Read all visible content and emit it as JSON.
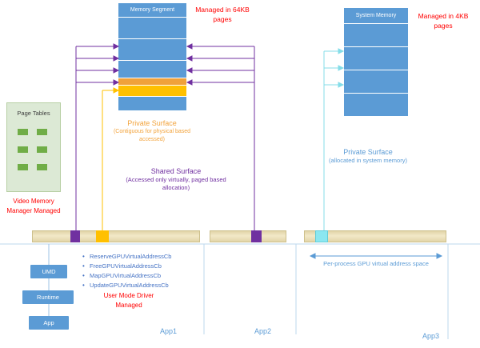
{
  "colors": {
    "box_blue": "#5b9bd5",
    "purple": "#7030a0",
    "gold": "#ffc000",
    "orange_row": "#f0a13a",
    "cyan": "#8be7f0",
    "tan_bar": "#e9dfb7",
    "red_text": "#ff0000",
    "blue_text": "#4472c4",
    "light_blue_line": "#bdd7ee",
    "page_tables_fill": "#dce9d5",
    "page_table_entry": "#70ad47"
  },
  "icons": {
    "bullet": "•"
  },
  "memory_segment": {
    "title": "Memory Segment",
    "note": "Managed in 64KB pages"
  },
  "system_memory": {
    "title": "System Memory",
    "note": "Managed in 4KB pages"
  },
  "page_tables": {
    "title": "Page Tables",
    "note": "Video Memory Manager Managed"
  },
  "private_surface_local": {
    "title": "Private Surface",
    "subtitle": "(Contiguous for physical based accessed)"
  },
  "shared_surface": {
    "title": "Shared Surface",
    "subtitle": "(Accessed only virtually, paged based allocation)"
  },
  "private_surface_system": {
    "title": "Private Surface",
    "subtitle": "(allocated in system memory)"
  },
  "callbacks": [
    "ReserveGPUVirtualAddressCb",
    "FreeGPUVirtualAddressCb",
    "MapGPUVirtualAddressCb",
    "UpdateGPUVirtualAddressCb"
  ],
  "user_mode_driver_note": "User Mode Driver Managed",
  "stack": {
    "umd": "UMD",
    "runtime": "Runtime",
    "app": "App"
  },
  "per_process_label": "Per-process GPU virtual address space",
  "apps": {
    "app1": "App1",
    "app2": "App2",
    "app3": "App3"
  }
}
